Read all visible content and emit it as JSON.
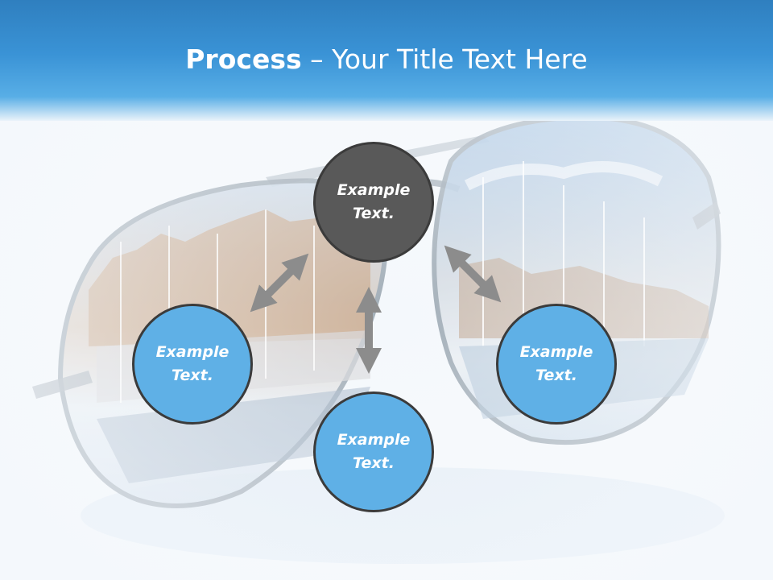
{
  "slide": {
    "title_bold": "Process",
    "title_rest": " – Your Title Text Here"
  },
  "process": {
    "center": {
      "line1": "Example",
      "line2": "Text."
    },
    "left": {
      "line1": "Example",
      "line2": "Text."
    },
    "right": {
      "line1": "Example",
      "line2": "Text."
    },
    "bottom": {
      "line1": "Example",
      "line2": "Text."
    }
  },
  "colors": {
    "header_blue": "#3a93d6",
    "center_circle": "#595959",
    "node_circle": "#5fb0e6",
    "arrow_gray": "#8c8c8c"
  },
  "icons": [
    "double-arrow-icon"
  ]
}
